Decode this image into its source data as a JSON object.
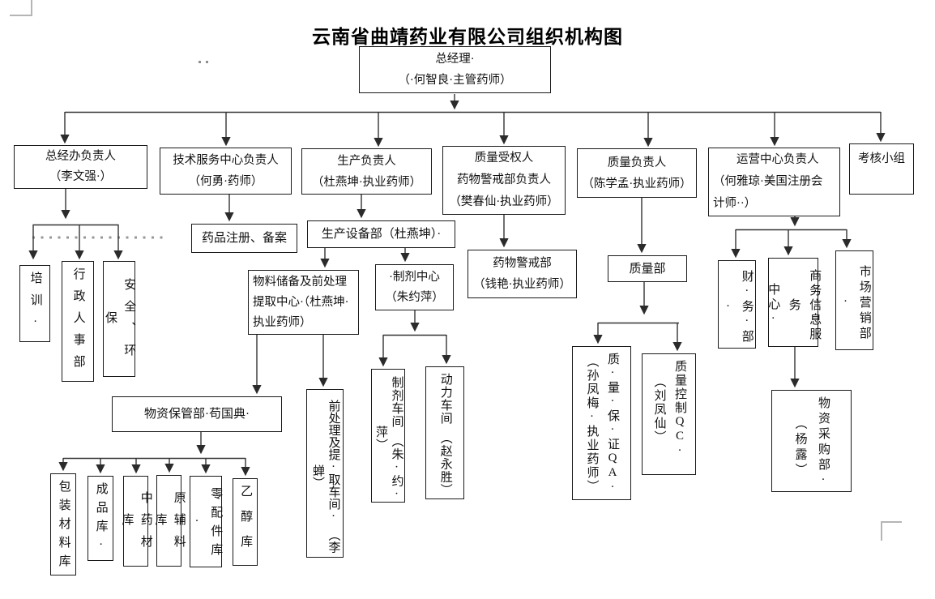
{
  "title": "云南省曲靖药业有限公司组织机构图",
  "nodes": {
    "gm": "总经理·\n（·何智良·主管药师）",
    "office": "总经办负责人\n（李文强·）",
    "tech": "技术服务中心负责人\n（何勇·药师）",
    "production": "生产负责人\n（杜燕坤·执业药师）",
    "qa_authorized": "质量受权人\n药物警戒部负责人\n（樊春仙·执业药师）",
    "quality": "质量负责人\n（陈学孟·执业药师）",
    "operations": "　　运营中心负责人\n（何雅琼·美国注册会\n计师··）",
    "assessment": "考核小组",
    "training": "培训·",
    "hr": "行政人事部",
    "safety": "安全、环保",
    "drug_reg": "药品注册、备案",
    "equipment": "生产设备部（杜燕坤）·",
    "material_center": "物料储备及前处理\n提取中心·（杜燕坤·\n执业药师）",
    "prep_center": "·制剂中心\n（朱约萍）",
    "pharmacovigilance": "药物警戒部\n（钱艳·执业药师）",
    "quality_dept": "质量部",
    "qa": "质·量·保·证QA·\n（孙凤梅·执业药师）",
    "qc": "质量控制QC·\n（刘凤仙）",
    "finance": "财·务·部·",
    "business_info": "商务信息服务\n中心·",
    "marketing": "市场营销部·",
    "purchasing": "物资采购部·\n　（杨露）",
    "storage": "物资保管部·苟国典·",
    "pre_extract_workshop": "前处理及提·取车间·　（李蝉）",
    "prep_workshop": "制剂车间　（朱·约·萍）",
    "power_workshop": "动力车间　（赵永胜）",
    "wh_packaging": "包装材料库",
    "wh_finished": "成品库·",
    "wh_herbs": "中药材库",
    "wh_raw": "原辅料库",
    "wh_parts": "零配件库·",
    "wh_ethanol": "乙醇库"
  }
}
